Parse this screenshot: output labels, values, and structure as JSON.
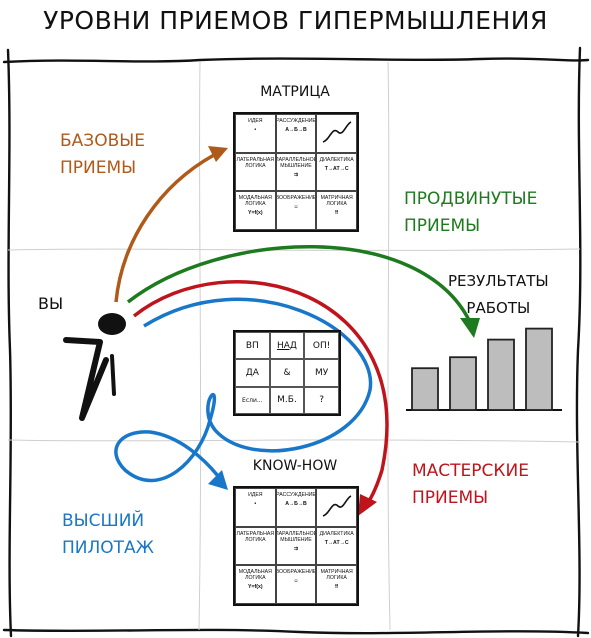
{
  "title": "УРОВНИ ПРИЕМОВ ГИПЕРМЫШЛЕНИЯ",
  "you_label": "ВЫ",
  "basic": {
    "line1": "БАЗОВЫЕ",
    "line2": "ПРИЕМЫ",
    "color": "#b05a1a"
  },
  "advanced": {
    "line1": "ПРОДВИНУТЫЕ",
    "line2": "ПРИЕМЫ",
    "color": "#1e7a1e"
  },
  "results": {
    "line1": "РЕЗУЛЬТАТЫ",
    "line2": "РАБОТЫ"
  },
  "master": {
    "line1": "МАСТЕРСКИЕ",
    "line2": "ПРИЕМЫ",
    "color": "#c0141c"
  },
  "pilot": {
    "line1": "ВЫСШИЙ",
    "line2": "ПИЛОТАЖ",
    "color": "#1877c9"
  },
  "matrix_top_title": "МАТРИЦА",
  "matrix_bottom_title": "KNOW-HOW",
  "matrix_cells": [
    {
      "name": "ИДЕЯ",
      "sym": "•"
    },
    {
      "name": "РАССУЖДЕНИЕ",
      "sym": "А→Б→В"
    },
    {
      "name": "",
      "sym": ""
    },
    {
      "name": "ЛАТЕРАЛЬНАЯ ЛОГИКА",
      "sym": ""
    },
    {
      "name": "ПАРАЛЛЕЛЬНОЕ МЫШЛЕНИЕ",
      "sym": "⇉"
    },
    {
      "name": "ДИАЛЕКТИКА",
      "sym": "Т→АТ→С"
    },
    {
      "name": "МОДАЛЬНАЯ ЛОГИКА",
      "sym": "Y=f(x)"
    },
    {
      "name": "ВООБРАЖЕНИЕ",
      "sym": "☺"
    },
    {
      "name": "МАТРИЧНАЯ ЛОГИКА",
      "sym": "⠿"
    }
  ],
  "small_matrix": [
    "ВП",
    "НАД",
    "ОП!",
    "ДА",
    "&",
    "МУ",
    "Если...",
    "М.Б.",
    "?"
  ],
  "chart_data": {
    "type": "bar",
    "title": "",
    "values": [
      38,
      48,
      64,
      74
    ],
    "ylim": [
      0,
      100
    ]
  }
}
